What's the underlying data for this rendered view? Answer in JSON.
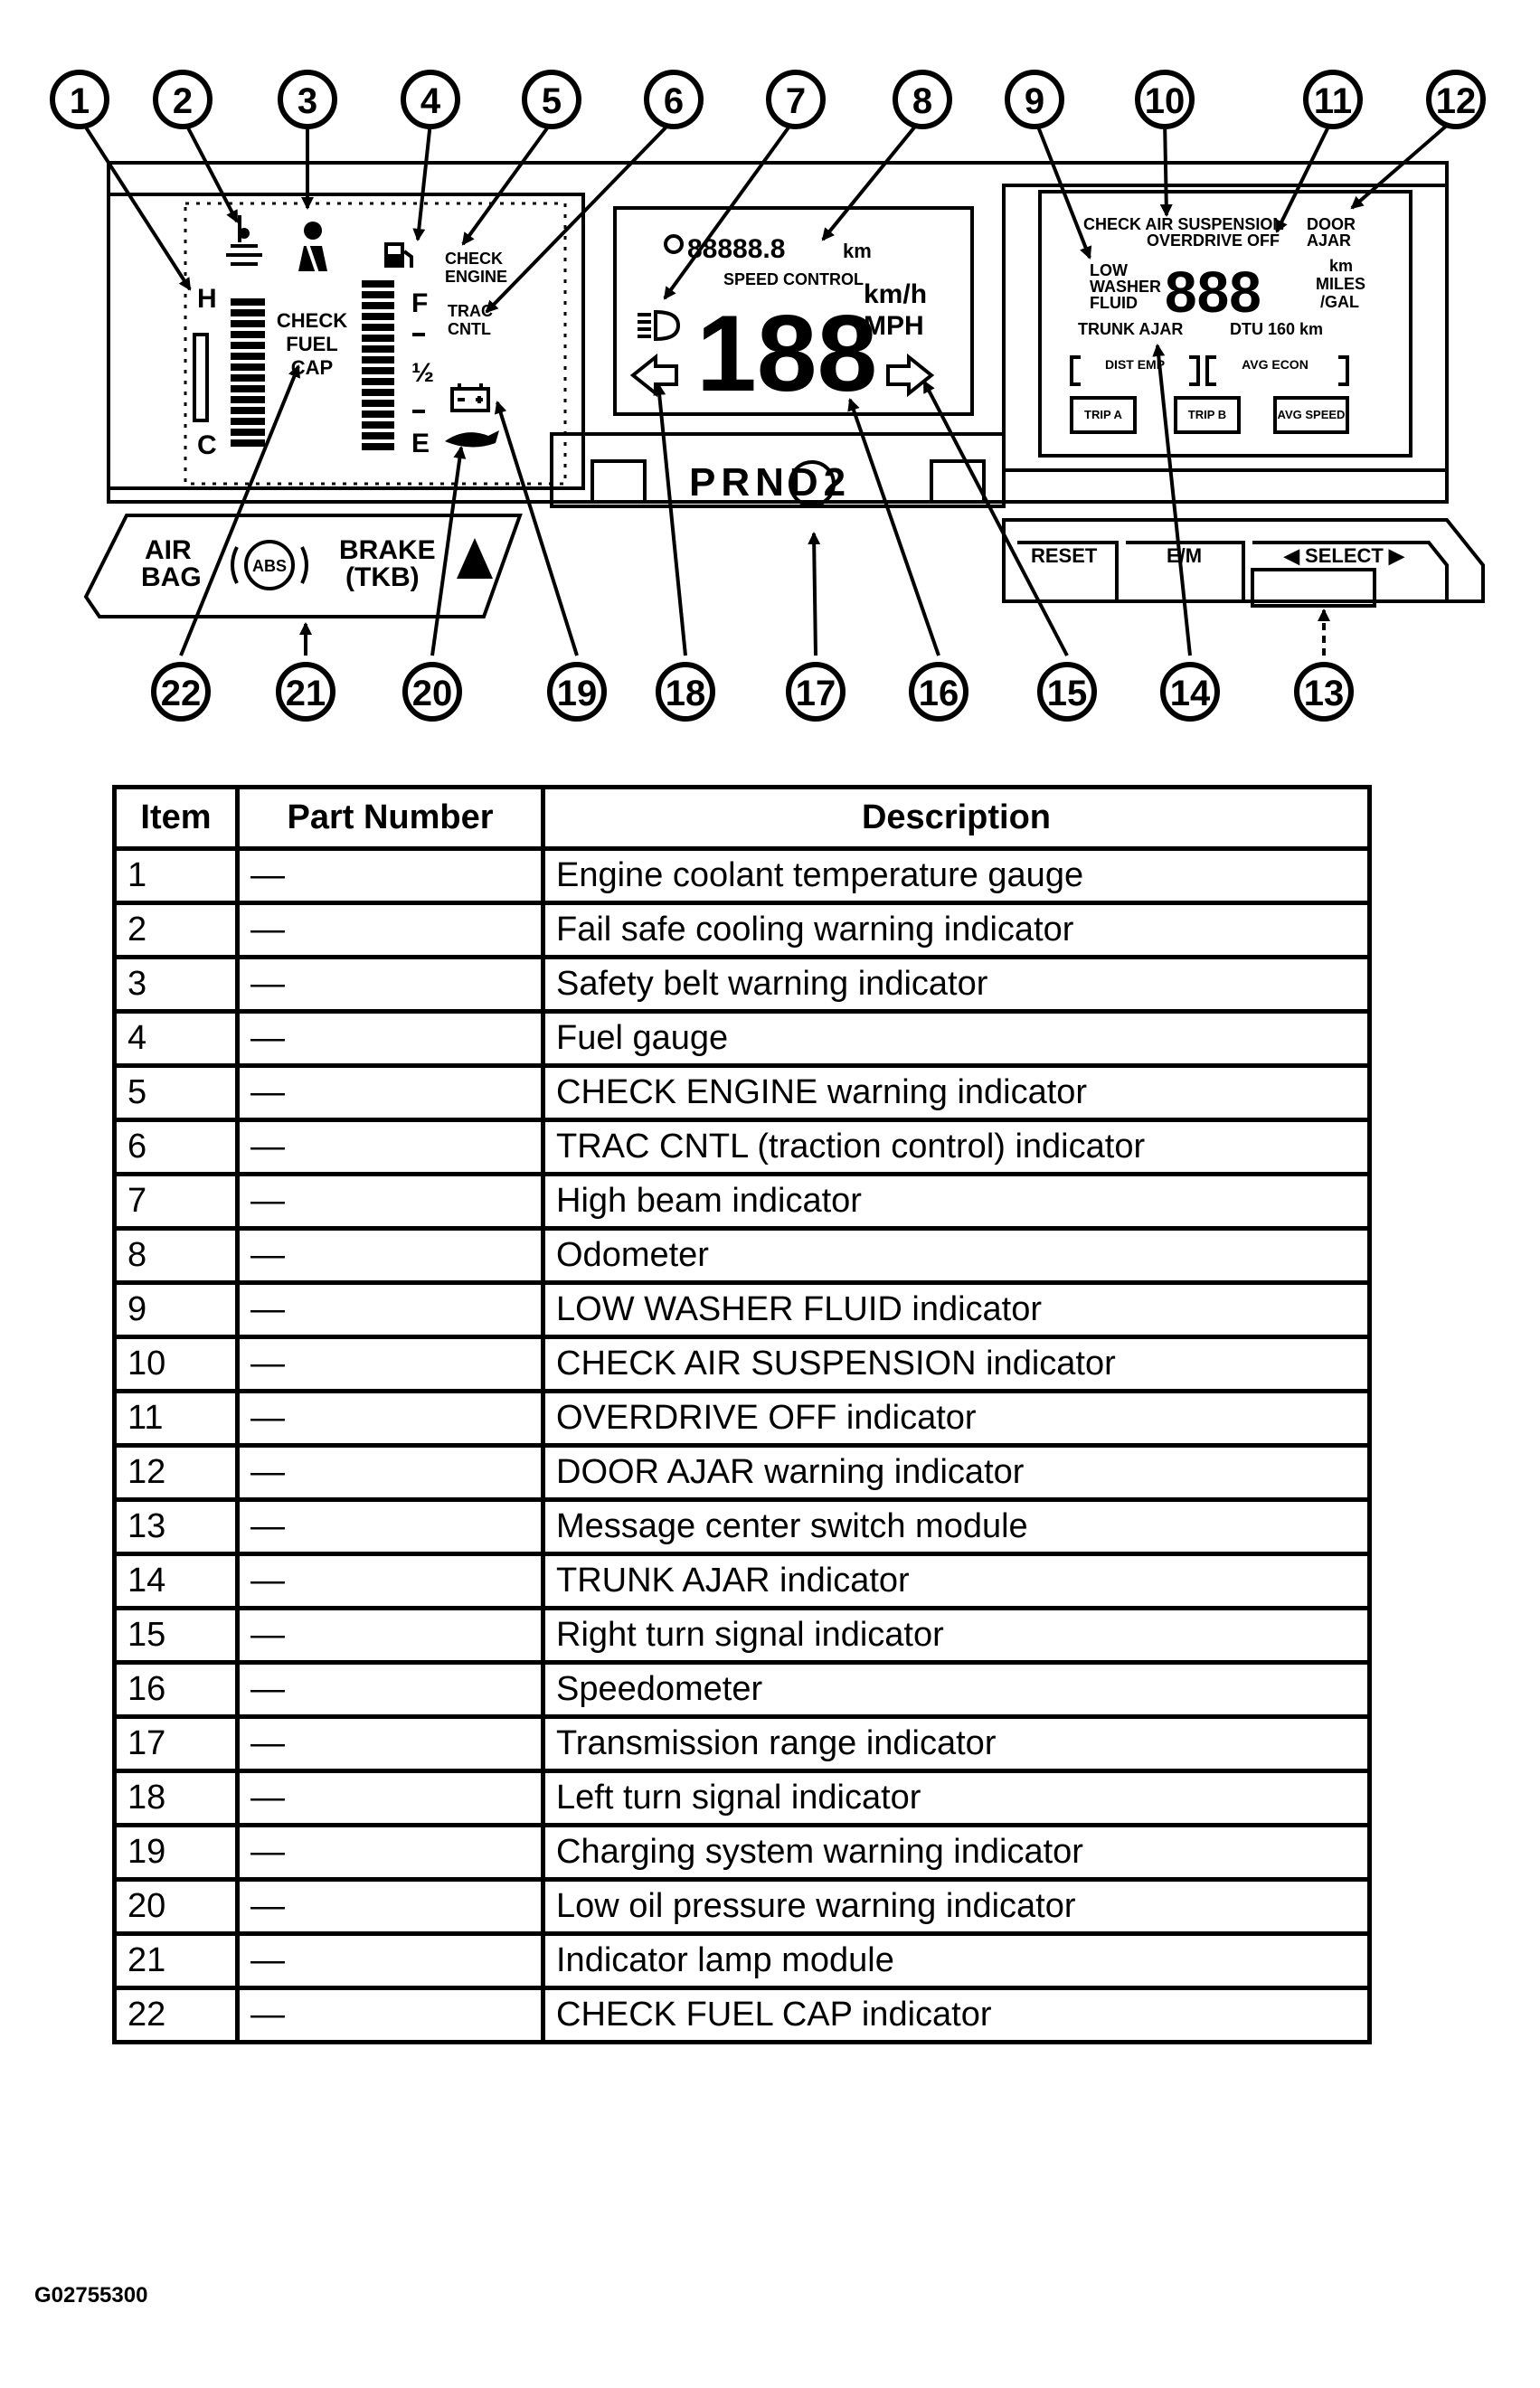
{
  "callouts": [
    "1",
    "2",
    "3",
    "4",
    "5",
    "6",
    "7",
    "8",
    "9",
    "10",
    "11",
    "12",
    "13",
    "14",
    "15",
    "16",
    "17",
    "18",
    "19",
    "20",
    "21",
    "22"
  ],
  "cluster": {
    "temp_high": "H",
    "temp_cold": "C",
    "fuel_full": "F",
    "fuel_half": "½",
    "fuel_empty": "E",
    "check_fuel_cap": [
      "CHECK",
      "FUEL",
      "CAP"
    ],
    "check_engine": [
      "CHECK",
      "ENGINE"
    ],
    "trac_cntl": [
      "TRAC",
      "CNTL"
    ],
    "odometer_value": "88888.8",
    "odometer_unit": "km",
    "speed_control": "SPEED CONTROL",
    "speed_value": "188",
    "speed_unit_kmh": "km/h",
    "speed_unit_mph": "MPH",
    "transmission": "PRND2",
    "message_center": {
      "check_air_suspension": "CHECK AIR SUSPENSION",
      "overdrive_off": "OVERDRIVE OFF",
      "door_ajar": [
        "DOOR",
        "AJAR"
      ],
      "low_washer_fluid": [
        "LOW",
        "WASHER",
        "FLUID"
      ],
      "display_value": "888",
      "units": [
        "km",
        "MILES",
        "/GAL"
      ],
      "trunk_ajar": "TRUNK AJAR",
      "dtu": "DTU 160 km",
      "btn_dist": "DIST EMP",
      "btn_avg": "AVG ECON",
      "btn_trip_a": "TRIP A",
      "btn_trip_b": "TRIP B",
      "btn_avg_speed": "AVG SPEED"
    },
    "switches": {
      "reset": "RESET",
      "em": "E/M",
      "select": "◀ SELECT ▶"
    },
    "lamps": {
      "air_bag": [
        "AIR",
        "BAG"
      ],
      "abs": "ABS",
      "brake": [
        "BRAKE",
        "(TKB)"
      ]
    }
  },
  "table": {
    "headers": [
      "Item",
      "Part Number",
      "Description"
    ],
    "rows": [
      [
        "1",
        "—",
        "Engine coolant temperature gauge"
      ],
      [
        "2",
        "—",
        "Fail safe cooling warning indicator"
      ],
      [
        "3",
        "—",
        "Safety belt warning indicator"
      ],
      [
        "4",
        "—",
        "Fuel gauge"
      ],
      [
        "5",
        "—",
        "CHECK ENGINE warning indicator"
      ],
      [
        "6",
        "—",
        "TRAC CNTL (traction control) indicator"
      ],
      [
        "7",
        "—",
        "High beam indicator"
      ],
      [
        "8",
        "—",
        "Odometer"
      ],
      [
        "9",
        "—",
        "LOW WASHER FLUID indicator"
      ],
      [
        "10",
        "—",
        "CHECK AIR SUSPENSION indicator"
      ],
      [
        "11",
        "—",
        "OVERDRIVE OFF indicator"
      ],
      [
        "12",
        "—",
        "DOOR AJAR warning indicator"
      ],
      [
        "13",
        "—",
        "Message center switch module"
      ],
      [
        "14",
        "—",
        "TRUNK AJAR indicator"
      ],
      [
        "15",
        "—",
        "Right turn signal indicator"
      ],
      [
        "16",
        "—",
        "Speedometer"
      ],
      [
        "17",
        "—",
        "Transmission range indicator"
      ],
      [
        "18",
        "—",
        "Left turn signal indicator"
      ],
      [
        "19",
        "—",
        "Charging system warning indicator"
      ],
      [
        "20",
        "—",
        "Low oil pressure warning indicator"
      ],
      [
        "21",
        "—",
        "Indicator lamp module"
      ],
      [
        "22",
        "—",
        "CHECK FUEL CAP indicator"
      ]
    ]
  },
  "figure_id": "G02755300"
}
